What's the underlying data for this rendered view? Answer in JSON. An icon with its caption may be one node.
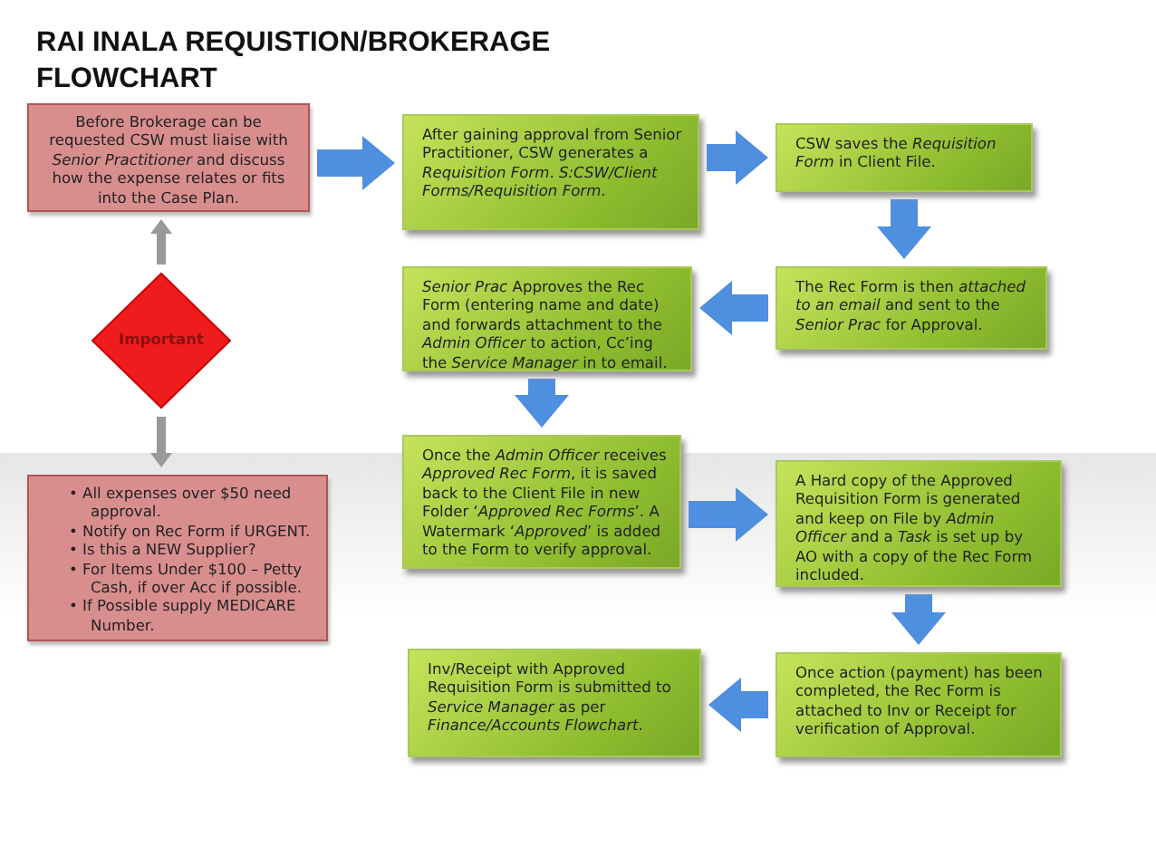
{
  "diagram": {
    "title": "RAI INALA REQUISTION/BROKERAGE FLOWCHART",
    "nodes": [
      {
        "text": [
          "Before Brokerage can be requested CSW must liaise with *Senior Practitioner* and discuss how the expense relates or fits into the Case Plan."
        ]
      },
      {
        "text": [
          "After gaining approval from Senior Practitioner, CSW generates a *Requisition Form*. *S:CSW/Client Forms/Requisition Form*."
        ]
      },
      {
        "text": [
          "CSW saves the *Requisition Form* in Client File."
        ]
      },
      {
        "text": [
          "The Rec Form is then *attached to an email* and sent  to the *Senior Prac* for Approval."
        ]
      },
      {
        "text": [
          "*Senior Prac* Approves the Rec Form (entering name and date) and forwards attachment to the *Admin Officer* to action, Cc’ing the *Service Manager* in to email."
        ]
      },
      {
        "text": [
          "Once the *Admin Officer* receives *Approved Rec Form*, it is saved back to the Client File in new Folder ‘*Approved Rec Forms*’. A Watermark ‘*Approved*’ is added to the Form to verify approval."
        ]
      },
      {
        "text": [
          "A Hard copy of the Approved Requisition Form is generated and keep on File by *Admin Officer* and a *Task* is set up by AO with a copy of the Rec Form included."
        ]
      },
      {
        "text": [
          "Once action (payment) has been completed, the Rec Form is attached to Inv or Receipt for verification of Approval."
        ]
      },
      {
        "text": [
          "Inv/Receipt with Approved Requisition Form  is submitted to *Service Manager* as per *Finance/Accounts Flowchart*."
        ]
      },
      {
        "text": [
          "Important"
        ]
      },
      {
        "text": [
          "• All expenses over $50 need approval.",
          "• Notify on Rec Form if URGENT.",
          "• Is this a NEW Supplier?",
          "• For Items Under $100 – Petty Cash, if over Acc if possible.",
          "• If Possible supply  MEDICARE Number."
        ]
      }
    ],
    "edges": [
      {
        "from": 0,
        "to": 1,
        "arrow": "to"
      },
      {
        "from": 1,
        "to": 2,
        "arrow": "to"
      },
      {
        "from": 2,
        "to": 3,
        "arrow": "to"
      },
      {
        "from": 3,
        "to": 4,
        "arrow": "to"
      },
      {
        "from": 4,
        "to": 5,
        "arrow": "to"
      },
      {
        "from": 5,
        "to": 6,
        "arrow": "to"
      },
      {
        "from": 6,
        "to": 7,
        "arrow": "to"
      },
      {
        "from": 7,
        "to": 8,
        "arrow": "to"
      },
      {
        "from": 9,
        "to": 0,
        "arrow": "to",
        "color": "#999999"
      },
      {
        "from": 9,
        "to": 10,
        "arrow": "to",
        "color": "#999999"
      }
    ]
  }
}
